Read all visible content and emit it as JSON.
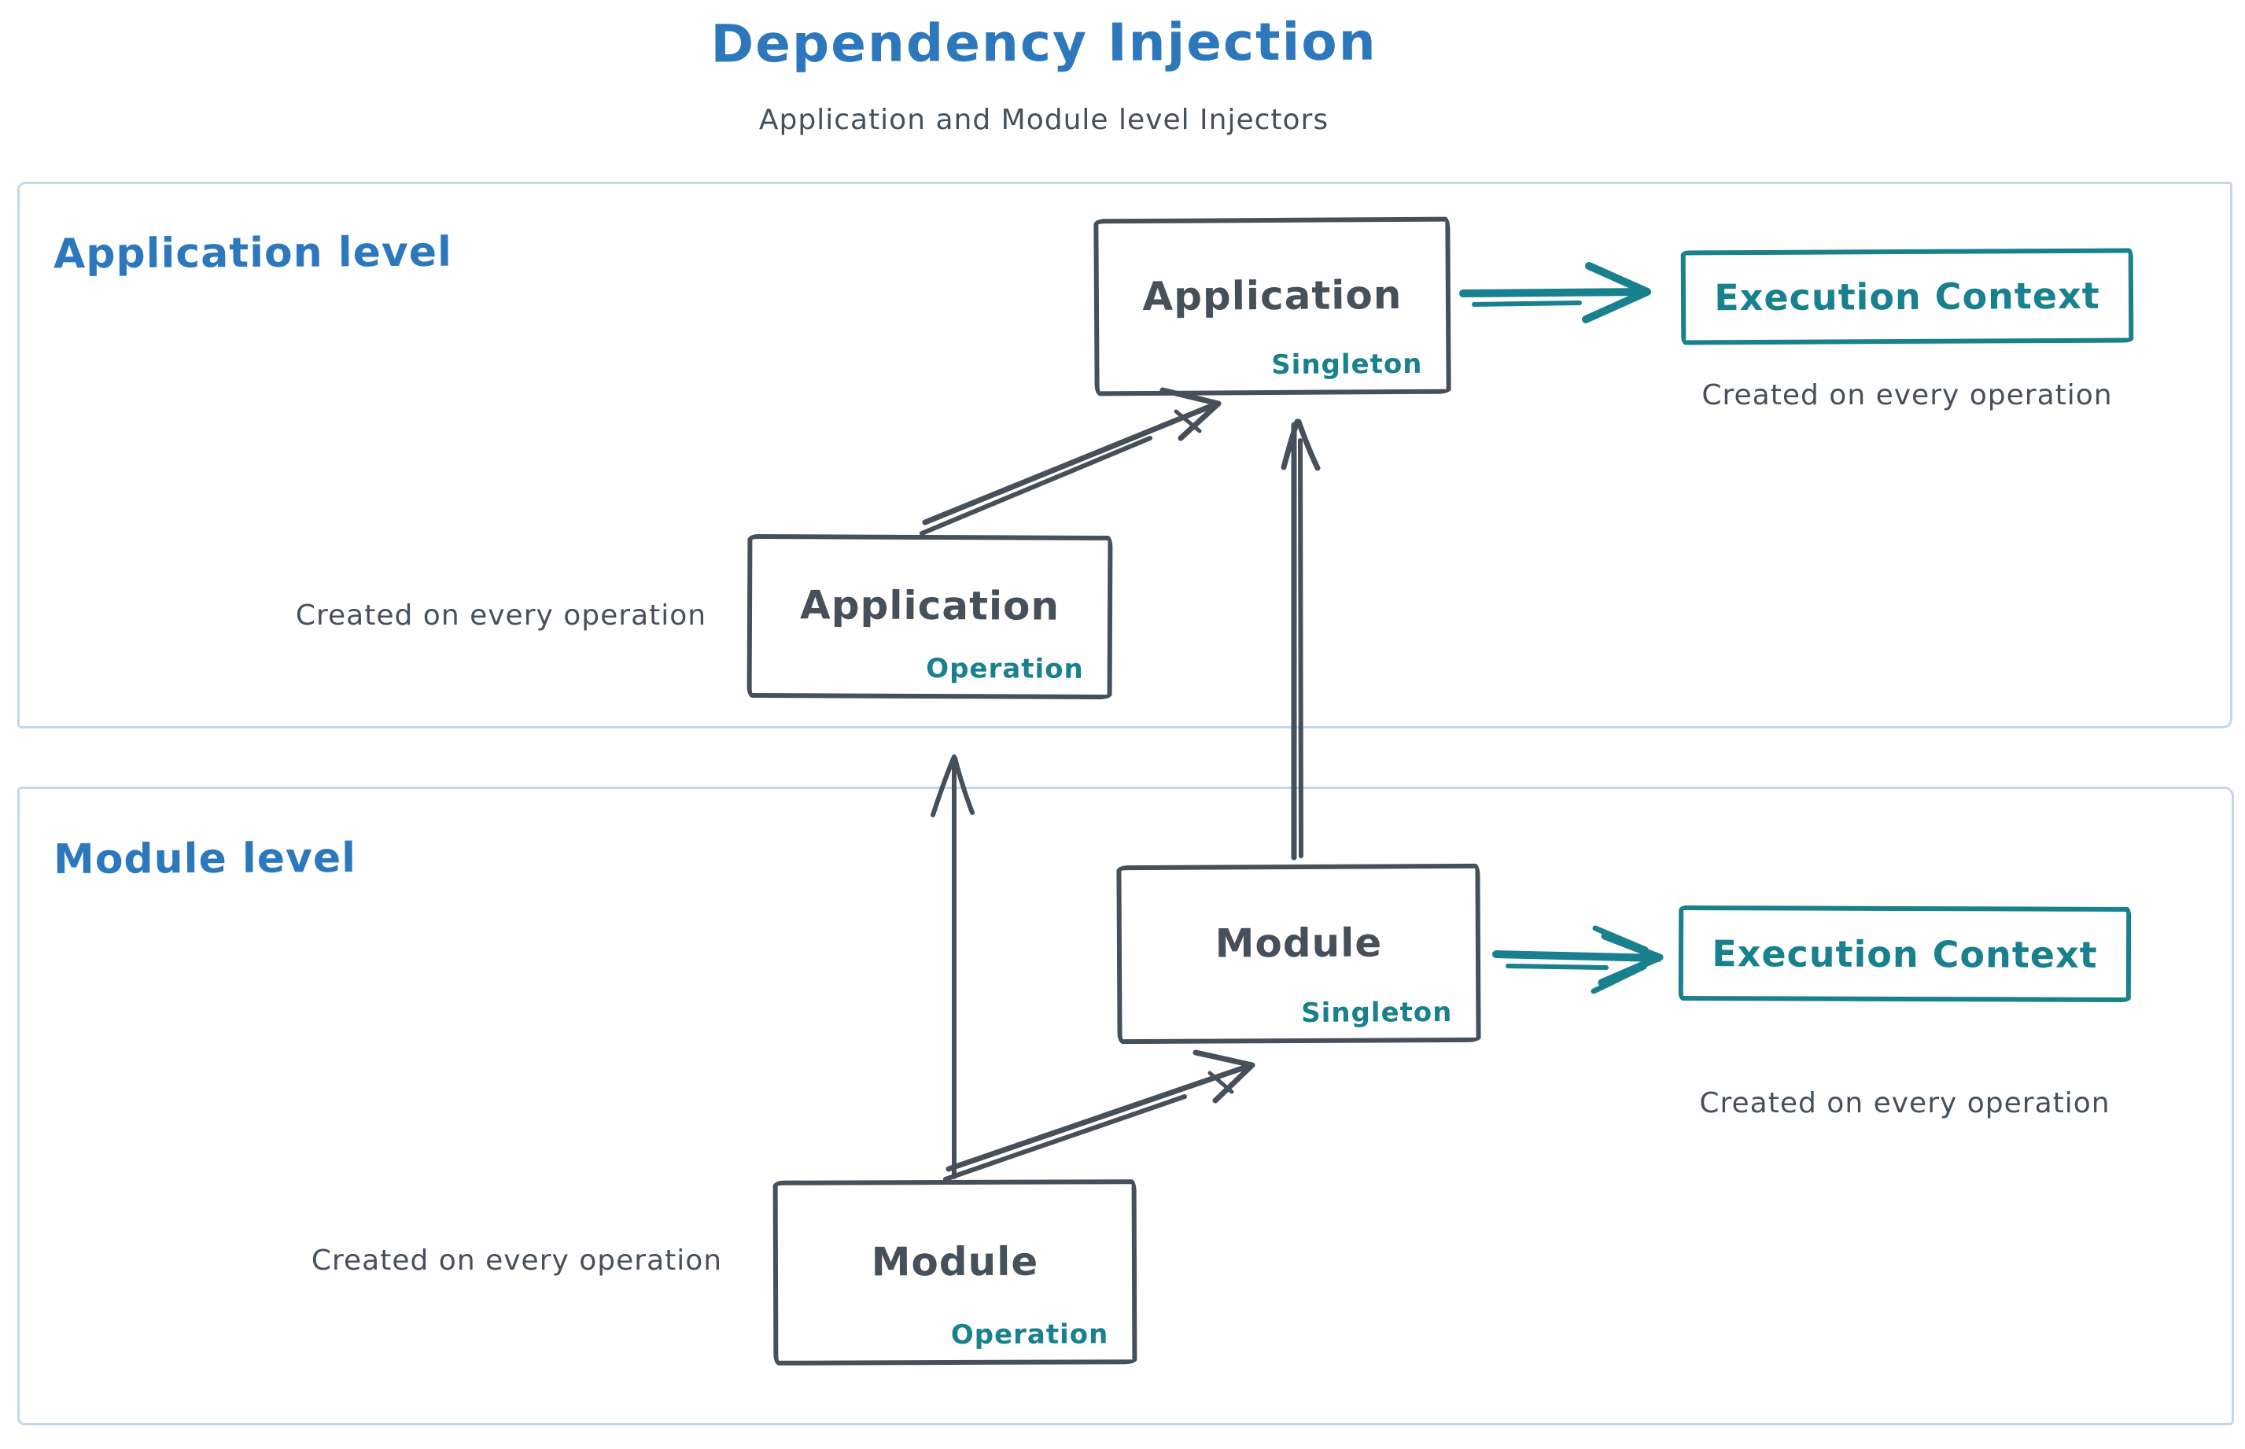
{
  "title": "Dependency Injection",
  "subtitle": "Application and Module level Injectors",
  "colors": {
    "blue": "#2d78bd",
    "ink": "#46505b",
    "teal": "#19808e",
    "frame": "#c3d7ec"
  },
  "panels": [
    {
      "label": "Application level",
      "singleton": {
        "name": "Application",
        "scope": "Singleton"
      },
      "operation": {
        "name": "Application",
        "scope": "Operation"
      },
      "execution_context": "Execution Context",
      "execution_caption": "Created on every operation",
      "operation_caption": "Created on every operation"
    },
    {
      "label": "Module level",
      "singleton": {
        "name": "Module",
        "scope": "Singleton"
      },
      "operation": {
        "name": "Module",
        "scope": "Operation"
      },
      "execution_context": "Execution Context",
      "execution_caption": "Created on every operation",
      "operation_caption": "Created on every operation"
    }
  ],
  "connections": [
    {
      "from": "Application Operation",
      "to": "Application Singleton"
    },
    {
      "from": "Application Singleton",
      "to": "Execution Context (application level)"
    },
    {
      "from": "Module Singleton",
      "to": "Application Singleton"
    },
    {
      "from": "Module Operation",
      "to": "Application Operation"
    },
    {
      "from": "Module Operation",
      "to": "Module Singleton"
    },
    {
      "from": "Module Singleton",
      "to": "Execution Context (module level)"
    }
  ]
}
